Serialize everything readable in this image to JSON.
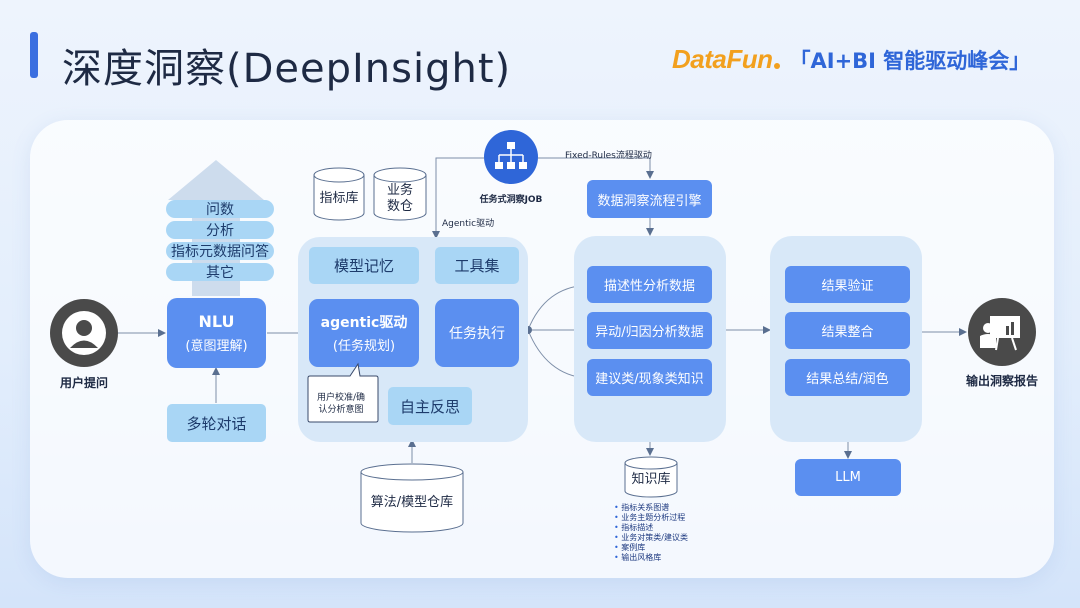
{
  "title": "深度洞察(DeepInsight)",
  "logo": {
    "brand": "DataFun",
    "event": "「AI+BI 智能驱动峰会」",
    "accent": "#f2a01e",
    "event_color": "#2f66d8"
  },
  "colors": {
    "primary_box": "#5b8ff0",
    "light_box": "#a9d6f5",
    "group_bg": "#d8e8f8",
    "dark_circle": "#4a4a4a",
    "job_circle": "#2f66d8"
  },
  "user": {
    "caption": "用户提问",
    "icon": "user-icon"
  },
  "intents": {
    "items": [
      "问数",
      "分析",
      "指标元数据问答",
      "其它"
    ]
  },
  "nlu": {
    "title": "NLU",
    "subtitle": "(意图理解)"
  },
  "multi_turn": "多轮对话",
  "stores_top": {
    "metrics": "指标库",
    "business_line1": "业务",
    "business_line2": "数仓"
  },
  "job": {
    "caption": "任务式洞察JOB",
    "icon": "flow-chart-icon"
  },
  "edges": {
    "fixed_rules": "Fixed-Rules流程驱动",
    "agentic": "Agentic驱动"
  },
  "agent": {
    "memory": "模型记忆",
    "toolset": "工具集",
    "planner_title": "agentic驱动",
    "planner_sub": "(任务规划)",
    "executor": "任务执行",
    "reflection": "自主反思",
    "callout_line1": "用户校准/确",
    "callout_line2": "认分析意图"
  },
  "algo_repo": "算法/模型仓库",
  "engine": "数据洞察流程引擎",
  "analysis": {
    "items": [
      "描述性分析数据",
      "异动/归因分析数据",
      "建议类/现象类知识"
    ]
  },
  "knowledge": {
    "title": "知识库",
    "items": [
      "指标关系图谱",
      "业务主题分析过程",
      "指标描述",
      "业务对策类/建议类",
      "案例库",
      "输出风格库"
    ]
  },
  "results": {
    "items": [
      "结果验证",
      "结果整合",
      "结果总结/润色"
    ]
  },
  "llm": "LLM",
  "output": {
    "caption": "输出洞察报告",
    "icon": "report-presentation-icon"
  }
}
